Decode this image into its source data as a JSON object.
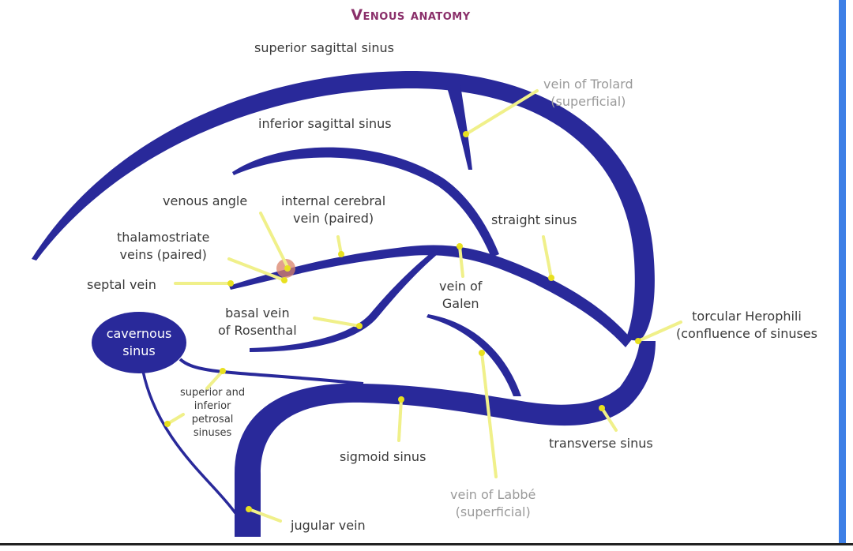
{
  "title": "Venous anatomy",
  "colors": {
    "vein": "#29299a",
    "leader": "#f0f08a",
    "leader_dot": "#e8e020",
    "title": "#8a2f6a",
    "label": "#3a3a3a",
    "superficial_label": "#9a9a9a",
    "venous_angle_marker": "#d9826a",
    "scrollbar": "#3d7fe6"
  },
  "labels": {
    "superior_sagittal_sinus": "superior sagittal sinus",
    "inferior_sagittal_sinus": "inferior sagittal sinus",
    "vein_of_trolard": [
      "vein of Trolard",
      "(superficial)"
    ],
    "venous_angle": "venous angle",
    "internal_cerebral_vein": [
      "internal cerebral",
      "vein (paired)"
    ],
    "thalamostriate_veins": [
      "thalamostriate",
      "veins (paired)"
    ],
    "septal_vein": "septal vein",
    "straight_sinus": "straight sinus",
    "vein_of_galen": [
      "vein of",
      "Galen"
    ],
    "basal_vein_of_rosenthal": [
      "basal vein",
      "of Rosenthal"
    ],
    "cavernous_sinus": [
      "cavernous",
      "sinus"
    ],
    "torcular_herophili": [
      "torcular Herophili",
      "(confluence of sinuses"
    ],
    "petrosal_sinuses": [
      "superior and",
      "inferior",
      "petrosal",
      "sinuses"
    ],
    "sigmoid_sinus": "sigmoid sinus",
    "transverse_sinus": "transverse sinus",
    "vein_of_labbe": [
      "vein of Labbé",
      "(superficial)"
    ],
    "jugular_vein": "jugular vein"
  }
}
